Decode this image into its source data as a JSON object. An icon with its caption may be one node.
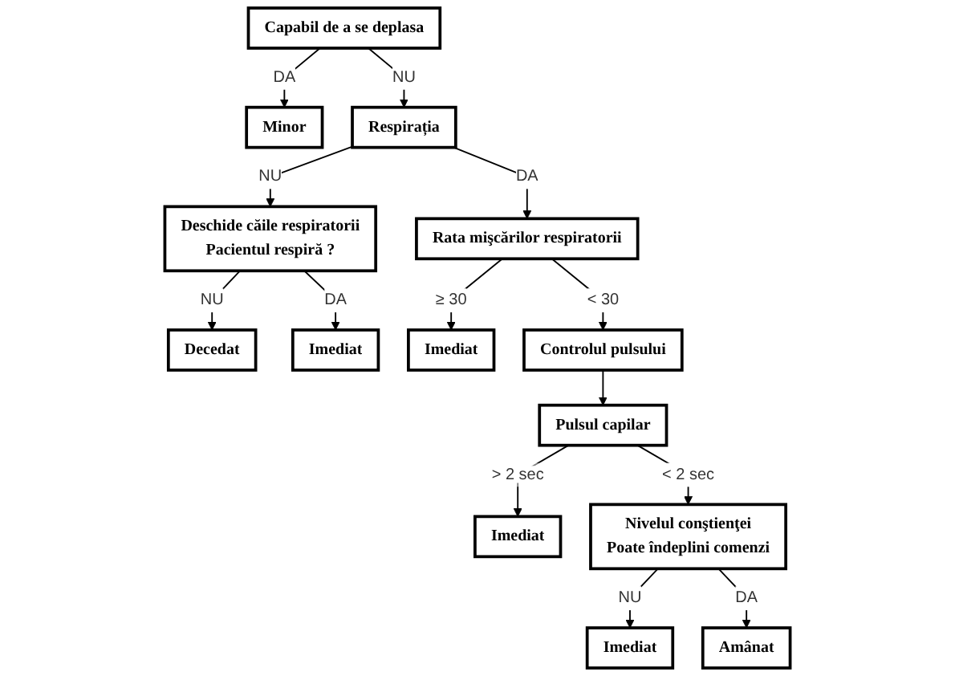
{
  "diagram": {
    "nodes": [
      {
        "text": [
          "Capabil de a se deplasa"
        ]
      },
      {
        "text": [
          "Minor"
        ]
      },
      {
        "text": [
          "Respirația"
        ]
      },
      {
        "text": [
          "Deschide căile respiratorii",
          "Pacientul respiră ?"
        ]
      },
      {
        "text": [
          "Rata mişcărilor respiratorii"
        ]
      },
      {
        "text": [
          "Decedat"
        ]
      },
      {
        "text": [
          "Imediat"
        ]
      },
      {
        "text": [
          "Imediat"
        ]
      },
      {
        "text": [
          "Controlul pulsului"
        ]
      },
      {
        "text": [
          "Pulsul capilar"
        ]
      },
      {
        "text": [
          "Imediat"
        ]
      },
      {
        "text": [
          "Nivelul conştienţei",
          "Poate îndeplini comenzi"
        ]
      },
      {
        "text": [
          "Imediat"
        ]
      },
      {
        "text": [
          "Amânat"
        ]
      }
    ],
    "edges": [
      {
        "from": 0,
        "to": 1,
        "arrow": "to",
        "label": "DA"
      },
      {
        "from": 0,
        "to": 2,
        "arrow": "to",
        "label": "NU"
      },
      {
        "from": 2,
        "to": 3,
        "arrow": "to",
        "label": "NU"
      },
      {
        "from": 2,
        "to": 4,
        "arrow": "to",
        "label": "DA"
      },
      {
        "from": 3,
        "to": 5,
        "arrow": "to",
        "label": "NU"
      },
      {
        "from": 3,
        "to": 6,
        "arrow": "to",
        "label": "DA"
      },
      {
        "from": 4,
        "to": 7,
        "arrow": "to",
        "label": "≥ 30"
      },
      {
        "from": 4,
        "to": 8,
        "arrow": "to",
        "label": "< 30"
      },
      {
        "from": 8,
        "to": 9,
        "arrow": "to"
      },
      {
        "from": 9,
        "to": 10,
        "arrow": "to",
        "label": "> 2 sec"
      },
      {
        "from": 9,
        "to": 11,
        "arrow": "to",
        "label": "< 2 sec"
      },
      {
        "from": 11,
        "to": 12,
        "arrow": "to",
        "label": "NU"
      },
      {
        "from": 11,
        "to": 13,
        "arrow": "to",
        "label": "DA"
      }
    ]
  }
}
